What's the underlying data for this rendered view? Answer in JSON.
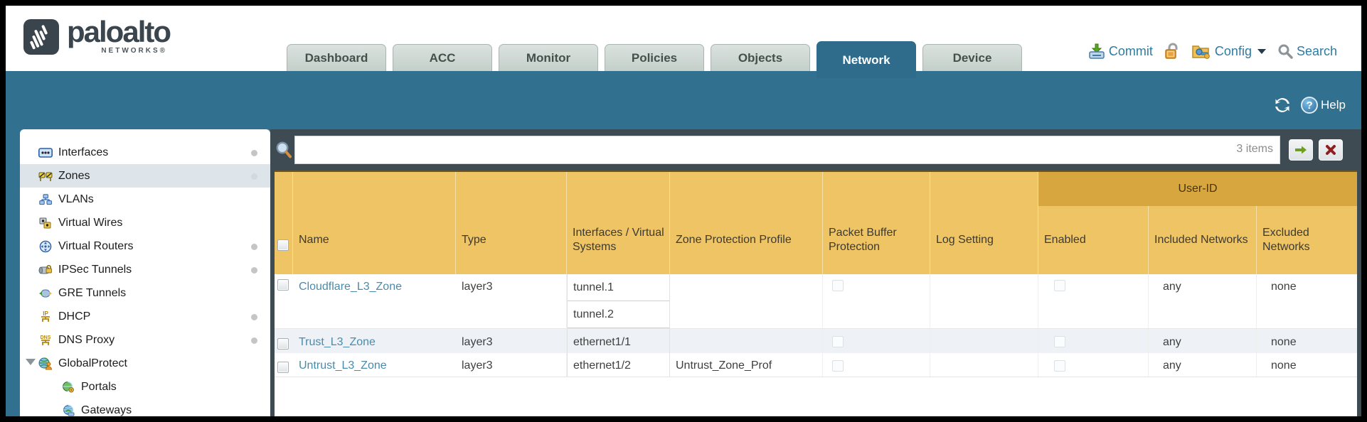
{
  "app": {
    "brand": "paloalto",
    "brand_sub": "NETWORKS®"
  },
  "tabs": [
    {
      "label": "Dashboard",
      "active": false
    },
    {
      "label": "ACC",
      "active": false
    },
    {
      "label": "Monitor",
      "active": false
    },
    {
      "label": "Policies",
      "active": false
    },
    {
      "label": "Objects",
      "active": false
    },
    {
      "label": "Network",
      "active": true
    },
    {
      "label": "Device",
      "active": false
    }
  ],
  "header_actions": {
    "commit": "Commit",
    "config": "Config",
    "search": "Search"
  },
  "band": {
    "help": "Help"
  },
  "sidebar": {
    "items": [
      {
        "label": "Interfaces",
        "icon": "interfaces-icon",
        "dot": true,
        "selected": false,
        "child": false
      },
      {
        "label": "Zones",
        "icon": "zones-icon",
        "dot": true,
        "selected": true,
        "child": false
      },
      {
        "label": "VLANs",
        "icon": "vlans-icon",
        "dot": false,
        "selected": false,
        "child": false
      },
      {
        "label": "Virtual Wires",
        "icon": "virtual-wires-icon",
        "dot": false,
        "selected": false,
        "child": false
      },
      {
        "label": "Virtual Routers",
        "icon": "virtual-routers-icon",
        "dot": true,
        "selected": false,
        "child": false
      },
      {
        "label": "IPSec Tunnels",
        "icon": "ipsec-tunnels-icon",
        "dot": true,
        "selected": false,
        "child": false
      },
      {
        "label": "GRE Tunnels",
        "icon": "gre-tunnels-icon",
        "dot": false,
        "selected": false,
        "child": false
      },
      {
        "label": "DHCP",
        "icon": "dhcp-icon",
        "dot": true,
        "selected": false,
        "child": false
      },
      {
        "label": "DNS Proxy",
        "icon": "dns-proxy-icon",
        "dot": true,
        "selected": false,
        "child": false
      },
      {
        "label": "GlobalProtect",
        "icon": "globalprotect-icon",
        "dot": false,
        "selected": false,
        "child": false,
        "expanded": true
      },
      {
        "label": "Portals",
        "icon": "portals-icon",
        "dot": false,
        "selected": false,
        "child": true
      },
      {
        "label": "Gateways",
        "icon": "gateways-icon",
        "dot": false,
        "selected": false,
        "child": true
      }
    ]
  },
  "toolbar": {
    "filter_value": "",
    "items_count": "3 items"
  },
  "table": {
    "group_header": "User-ID",
    "columns": [
      "Name",
      "Type",
      "Interfaces / Virtual Systems",
      "Zone Protection Profile",
      "Packet Buffer Protection",
      "Log Setting",
      "Enabled",
      "Included Networks",
      "Excluded Networks"
    ],
    "rows": [
      {
        "name": "Cloudflare_L3_Zone",
        "type": "layer3",
        "interfaces": [
          "tunnel.1",
          "tunnel.2"
        ],
        "zone_protection_profile": "",
        "packet_buffer_protection": false,
        "log_setting": "",
        "user_id_enabled": false,
        "included_networks": "any",
        "excluded_networks": "none"
      },
      {
        "name": "Trust_L3_Zone",
        "type": "layer3",
        "interfaces": [
          "ethernet1/1"
        ],
        "zone_protection_profile": "",
        "packet_buffer_protection": false,
        "log_setting": "",
        "user_id_enabled": false,
        "included_networks": "any",
        "excluded_networks": "none"
      },
      {
        "name": "Untrust_L3_Zone",
        "type": "layer3",
        "interfaces": [
          "ethernet1/2"
        ],
        "zone_protection_profile": "Untrust_Zone_Prof",
        "packet_buffer_protection": false,
        "log_setting": "",
        "user_id_enabled": false,
        "included_networks": "any",
        "excluded_networks": "none"
      }
    ]
  },
  "colors": {
    "teal_band": "#31708f",
    "slate": "#3e4b53",
    "table_header_gold": "#eec464",
    "user_id_band_gold": "#d8a63e",
    "link_blue": "#4a8bab",
    "active_tab": "#2f6b8a"
  }
}
